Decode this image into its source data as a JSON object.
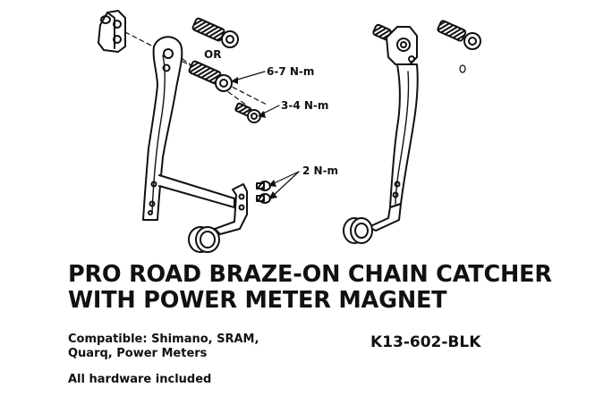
{
  "callouts": {
    "or": "OR",
    "torque_bolt": "6-7 N-m",
    "torque_small_bolt": "3-4 N-m",
    "torque_magnet_bolts": "2 N-m"
  },
  "product": {
    "title_line1": "PRO ROAD BRAZE-ON CHAIN CATCHER",
    "title_line2": "WITH POWER METER MAGNET",
    "compatible_line1": "Compatible: Shimano, SRAM,",
    "compatible_line2": "Quarq, Power Meters",
    "hardware": "All hardware included",
    "sku": "K13-602-BLK"
  },
  "colors": {
    "ink": "#111111",
    "background": "#ffffff"
  }
}
